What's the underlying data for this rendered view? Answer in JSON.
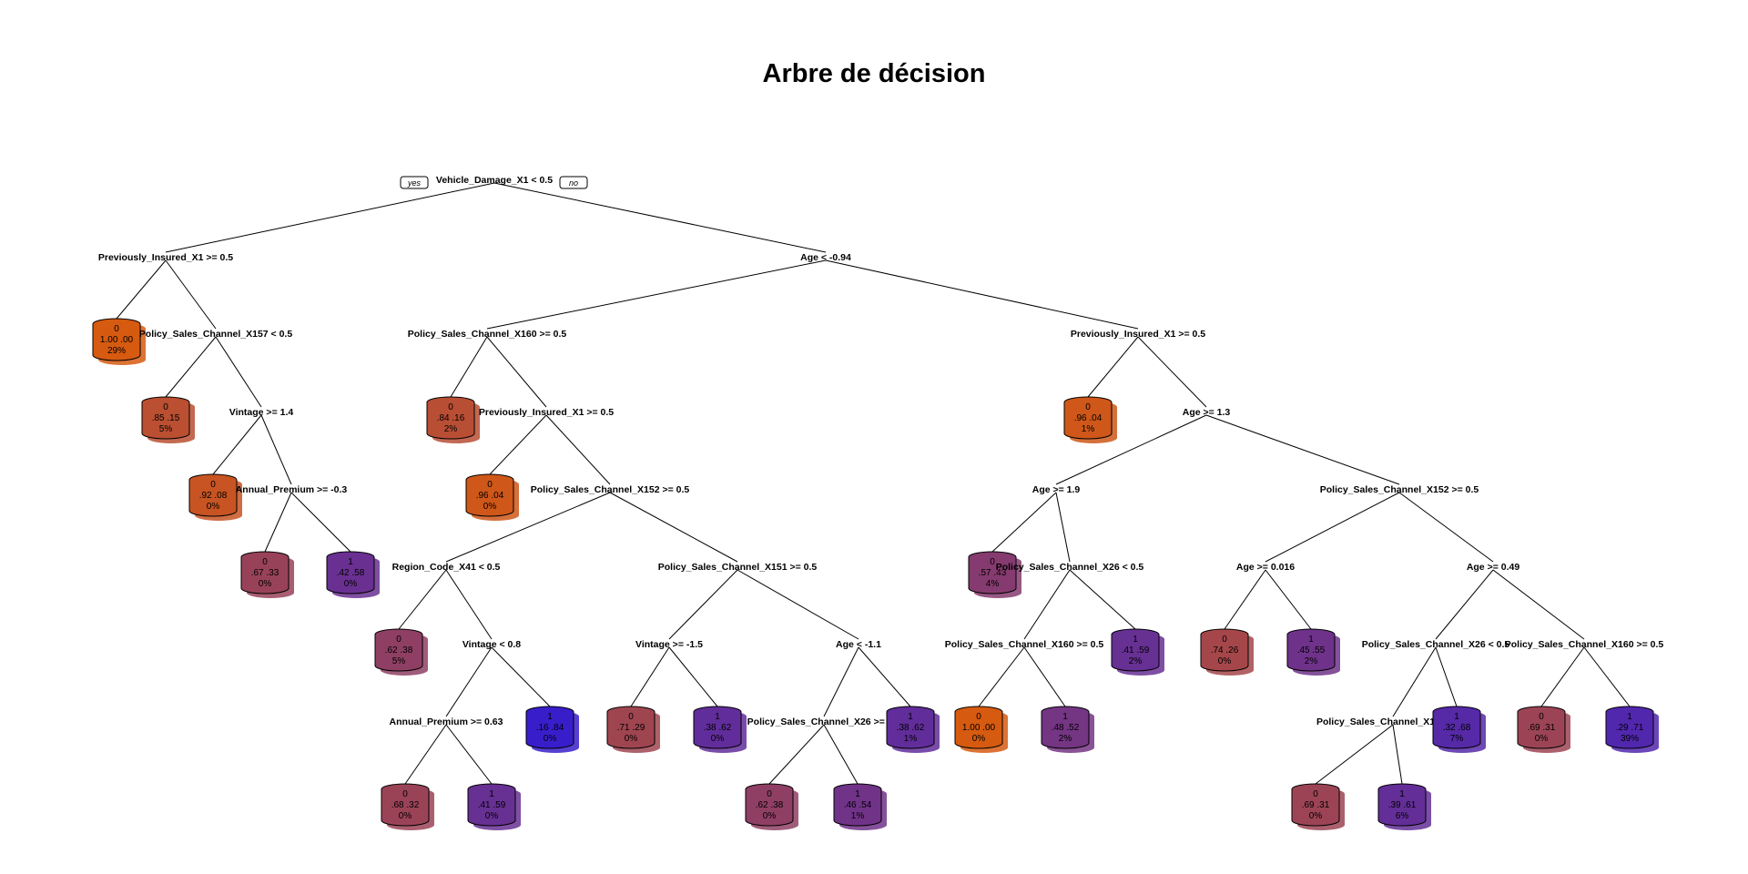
{
  "title": "Arbre de décision",
  "yes_label": "yes",
  "no_label": "no",
  "colors": {
    "class0": "#d65a10",
    "class1": "#1a12ee",
    "outline": "#000000"
  },
  "nodes": [
    {
      "id": "n1",
      "type": "split",
      "label": "Vehicle_Damage_X1 < 0.5"
    },
    {
      "id": "n2",
      "type": "split",
      "label": "Previously_Insured_X1 >= 0.5"
    },
    {
      "id": "n3",
      "type": "split",
      "label": "Age < -0.94"
    },
    {
      "id": "l1",
      "type": "leaf",
      "cls": "0",
      "p0": "1.00",
      "p1": ".00",
      "pct": "29%",
      "prob1": 0.0
    },
    {
      "id": "n4",
      "type": "split",
      "label": "Policy_Sales_Channel_X157 < 0.5"
    },
    {
      "id": "l2",
      "type": "leaf",
      "cls": "0",
      "p0": ".85",
      "p1": ".15",
      "pct": "5%",
      "prob1": 0.15
    },
    {
      "id": "n5",
      "type": "split",
      "label": "Vintage >= 1.4"
    },
    {
      "id": "l3",
      "type": "leaf",
      "cls": "0",
      "p0": ".92",
      "p1": ".08",
      "pct": "0%",
      "prob1": 0.08
    },
    {
      "id": "n6",
      "type": "split",
      "label": "Annual_Premium >= -0.3"
    },
    {
      "id": "l4",
      "type": "leaf",
      "cls": "0",
      "p0": ".67",
      "p1": ".33",
      "pct": "0%",
      "prob1": 0.33
    },
    {
      "id": "l5",
      "type": "leaf",
      "cls": "1",
      "p0": ".42",
      "p1": ".58",
      "pct": "0%",
      "prob1": 0.58
    },
    {
      "id": "n7",
      "type": "split",
      "label": "Policy_Sales_Channel_X160 >= 0.5"
    },
    {
      "id": "l6",
      "type": "leaf",
      "cls": "0",
      "p0": ".84",
      "p1": ".16",
      "pct": "2%",
      "prob1": 0.16
    },
    {
      "id": "n8",
      "type": "split",
      "label": "Previously_Insured_X1 >= 0.5"
    },
    {
      "id": "l7",
      "type": "leaf",
      "cls": "0",
      "p0": ".96",
      "p1": ".04",
      "pct": "0%",
      "prob1": 0.04
    },
    {
      "id": "n9",
      "type": "split",
      "label": "Policy_Sales_Channel_X152 >= 0.5"
    },
    {
      "id": "n10",
      "type": "split",
      "label": "Region_Code_X41 < 0.5"
    },
    {
      "id": "l8",
      "type": "leaf",
      "cls": "0",
      "p0": ".62",
      "p1": ".38",
      "pct": "5%",
      "prob1": 0.38
    },
    {
      "id": "n11",
      "type": "split",
      "label": "Vintage < 0.8"
    },
    {
      "id": "n12",
      "type": "split",
      "label": "Annual_Premium >= 0.63"
    },
    {
      "id": "l9",
      "type": "leaf",
      "cls": "0",
      "p0": ".68",
      "p1": ".32",
      "pct": "0%",
      "prob1": 0.32
    },
    {
      "id": "l10",
      "type": "leaf",
      "cls": "1",
      "p0": ".41",
      "p1": ".59",
      "pct": "0%",
      "prob1": 0.59
    },
    {
      "id": "l11",
      "type": "leaf",
      "cls": "1",
      "p0": ".16",
      "p1": ".84",
      "pct": "0%",
      "prob1": 0.84
    },
    {
      "id": "n13",
      "type": "split",
      "label": "Policy_Sales_Channel_X151 >= 0.5"
    },
    {
      "id": "n14",
      "type": "split",
      "label": "Vintage >= -1.5"
    },
    {
      "id": "l12",
      "type": "leaf",
      "cls": "0",
      "p0": ".71",
      "p1": ".29",
      "pct": "0%",
      "prob1": 0.29
    },
    {
      "id": "l13",
      "type": "leaf",
      "cls": "1",
      "p0": ".38",
      "p1": ".62",
      "pct": "0%",
      "prob1": 0.62
    },
    {
      "id": "n15",
      "type": "split",
      "label": "Age < -1.1"
    },
    {
      "id": "n16",
      "type": "split",
      "label": "Policy_Sales_Channel_X26 >= 0.5"
    },
    {
      "id": "l14",
      "type": "leaf",
      "cls": "0",
      "p0": ".62",
      "p1": ".38",
      "pct": "0%",
      "prob1": 0.38
    },
    {
      "id": "l15",
      "type": "leaf",
      "cls": "1",
      "p0": ".46",
      "p1": ".54",
      "pct": "1%",
      "prob1": 0.54
    },
    {
      "id": "l16",
      "type": "leaf",
      "cls": "1",
      "p0": ".38",
      "p1": ".62",
      "pct": "1%",
      "prob1": 0.62
    },
    {
      "id": "n17",
      "type": "split",
      "label": "Previously_Insured_X1 >= 0.5"
    },
    {
      "id": "l17",
      "type": "leaf",
      "cls": "0",
      "p0": ".96",
      "p1": ".04",
      "pct": "1%",
      "prob1": 0.04
    },
    {
      "id": "n18",
      "type": "split",
      "label": "Age >= 1.3"
    },
    {
      "id": "n19",
      "type": "split",
      "label": "Age >= 1.9"
    },
    {
      "id": "l18",
      "type": "leaf",
      "cls": "0",
      "p0": ".57",
      "p1": ".43",
      "pct": "4%",
      "prob1": 0.43
    },
    {
      "id": "n20",
      "type": "split",
      "label": "Policy_Sales_Channel_X26 < 0.5"
    },
    {
      "id": "n21",
      "type": "split",
      "label": "Policy_Sales_Channel_X160 >= 0.5"
    },
    {
      "id": "l19",
      "type": "leaf",
      "cls": "0",
      "p0": "1.00",
      "p1": ".00",
      "pct": "0%",
      "prob1": 0.0
    },
    {
      "id": "l20",
      "type": "leaf",
      "cls": "1",
      "p0": ".48",
      "p1": ".52",
      "pct": "2%",
      "prob1": 0.52
    },
    {
      "id": "l21",
      "type": "leaf",
      "cls": "1",
      "p0": ".41",
      "p1": ".59",
      "pct": "2%",
      "prob1": 0.59
    },
    {
      "id": "n22",
      "type": "split",
      "label": "Policy_Sales_Channel_X152 >= 0.5"
    },
    {
      "id": "n23",
      "type": "split",
      "label": "Age >= 0.016"
    },
    {
      "id": "l22",
      "type": "leaf",
      "cls": "0",
      "p0": ".74",
      "p1": ".26",
      "pct": "0%",
      "prob1": 0.26
    },
    {
      "id": "l23",
      "type": "leaf",
      "cls": "1",
      "p0": ".45",
      "p1": ".55",
      "pct": "2%",
      "prob1": 0.55
    },
    {
      "id": "n24",
      "type": "split",
      "label": "Age >= 0.49"
    },
    {
      "id": "n25",
      "type": "split",
      "label": "Policy_Sales_Channel_X26 < 0.5"
    },
    {
      "id": "n26",
      "type": "split",
      "label": "Policy_Sales_Channel_X11 >= 0.5"
    },
    {
      "id": "l24",
      "type": "leaf",
      "cls": "0",
      "p0": ".69",
      "p1": ".31",
      "pct": "0%",
      "prob1": 0.31
    },
    {
      "id": "l25",
      "type": "leaf",
      "cls": "1",
      "p0": ".39",
      "p1": ".61",
      "pct": "6%",
      "prob1": 0.61
    },
    {
      "id": "l26",
      "type": "leaf",
      "cls": "1",
      "p0": ".32",
      "p1": ".68",
      "pct": "7%",
      "prob1": 0.68
    },
    {
      "id": "n27",
      "type": "split",
      "label": "Policy_Sales_Channel_X160 >= 0.5"
    },
    {
      "id": "l27",
      "type": "leaf",
      "cls": "0",
      "p0": ".69",
      "p1": ".31",
      "pct": "0%",
      "prob1": 0.31
    },
    {
      "id": "l28",
      "type": "leaf",
      "cls": "1",
      "p0": ".29",
      "p1": ".71",
      "pct": "39%",
      "prob1": 0.71
    }
  ],
  "edges": [
    [
      "n1",
      "n2"
    ],
    [
      "n1",
      "n3"
    ],
    [
      "n2",
      "l1"
    ],
    [
      "n2",
      "n4"
    ],
    [
      "n4",
      "l2"
    ],
    [
      "n4",
      "n5"
    ],
    [
      "n5",
      "l3"
    ],
    [
      "n5",
      "n6"
    ],
    [
      "n6",
      "l4"
    ],
    [
      "n6",
      "l5"
    ],
    [
      "n3",
      "n7"
    ],
    [
      "n3",
      "n17"
    ],
    [
      "n7",
      "l6"
    ],
    [
      "n7",
      "n8"
    ],
    [
      "n8",
      "l7"
    ],
    [
      "n8",
      "n9"
    ],
    [
      "n9",
      "n10"
    ],
    [
      "n9",
      "n13"
    ],
    [
      "n10",
      "l8"
    ],
    [
      "n10",
      "n11"
    ],
    [
      "n11",
      "n12"
    ],
    [
      "n11",
      "l11"
    ],
    [
      "n12",
      "l9"
    ],
    [
      "n12",
      "l10"
    ],
    [
      "n13",
      "n14"
    ],
    [
      "n13",
      "n15"
    ],
    [
      "n14",
      "l12"
    ],
    [
      "n14",
      "l13"
    ],
    [
      "n15",
      "n16"
    ],
    [
      "n15",
      "l16"
    ],
    [
      "n16",
      "l14"
    ],
    [
      "n16",
      "l15"
    ],
    [
      "n17",
      "l17"
    ],
    [
      "n17",
      "n18"
    ],
    [
      "n18",
      "n19"
    ],
    [
      "n18",
      "n22"
    ],
    [
      "n19",
      "l18"
    ],
    [
      "n19",
      "n20"
    ],
    [
      "n20",
      "n21"
    ],
    [
      "n20",
      "l21"
    ],
    [
      "n21",
      "l19"
    ],
    [
      "n21",
      "l20"
    ],
    [
      "n22",
      "n23"
    ],
    [
      "n22",
      "n24"
    ],
    [
      "n23",
      "l22"
    ],
    [
      "n23",
      "l23"
    ],
    [
      "n24",
      "n25"
    ],
    [
      "n24",
      "n27"
    ],
    [
      "n25",
      "n26"
    ],
    [
      "n25",
      "l26"
    ],
    [
      "n26",
      "l24"
    ],
    [
      "n26",
      "l25"
    ],
    [
      "n27",
      "l27"
    ],
    [
      "n27",
      "l28"
    ]
  ]
}
